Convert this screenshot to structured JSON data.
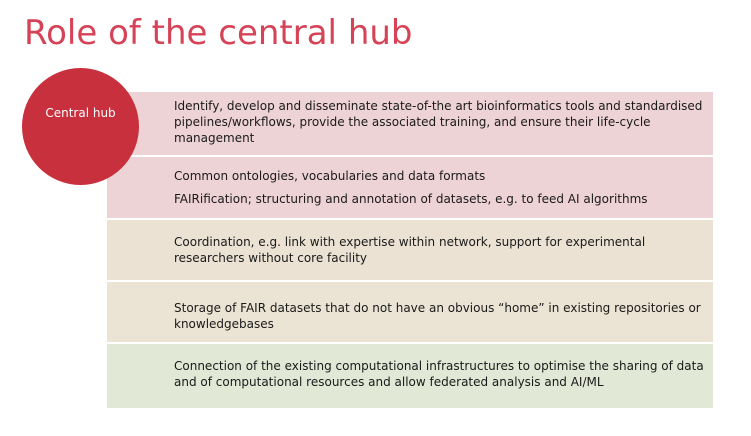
{
  "slide": {
    "title": "Role of the central hub"
  },
  "hub": {
    "label": "Central hub",
    "color": "#c8303d"
  },
  "colors": {
    "title": "#d64356",
    "band_pink": "#edd2d6",
    "band_beige": "#ebe2d4",
    "band_green": "#e1e8d6"
  },
  "bands": [
    {
      "lines": [
        "Identify, develop and disseminate state-of-the art bioinformatics tools and standardised pipelines/workflows, provide the associated training, and ensure their life-cycle management"
      ]
    },
    {
      "lines": [
        "Common ontologies, vocabularies and data formats",
        "FAIRification; structuring and annotation of datasets, e.g. to feed AI algorithms"
      ]
    },
    {
      "lines": [
        "Coordination, e.g. link with expertise within network, support for experimental researchers without core facility"
      ]
    },
    {
      "lines": [
        "Storage of FAIR datasets that do not have an obvious “home” in existing repositories or knowledgebases"
      ]
    },
    {
      "lines": [
        "Connection of the existing computational infrastructures to optimise the sharing of data and of computational resources and allow federated analysis and AI/ML"
      ]
    }
  ]
}
